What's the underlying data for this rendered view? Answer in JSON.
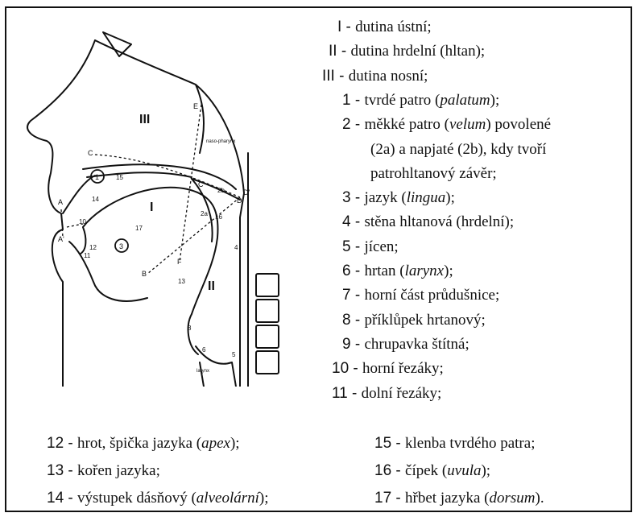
{
  "diagram": {
    "region_labels": [
      "III",
      "I",
      "II"
    ],
    "point_labels": [
      "E",
      "C",
      "C",
      "A",
      "A'",
      "D",
      "D'",
      "F",
      "B"
    ],
    "num_labels": [
      "1",
      "2",
      "3",
      "2a",
      "2b",
      "4",
      "5",
      "6",
      "8",
      "10",
      "11",
      "12",
      "13",
      "14",
      "15",
      "16",
      "17"
    ],
    "nasopharynx_label": "naso-pharynx",
    "larynx_label": "larynx"
  },
  "legend": [
    {
      "n": "I - ",
      "t": "dutina ústní;"
    },
    {
      "n": "II - ",
      "t": "dutina hrdelní (hltan);"
    },
    {
      "n": "III - ",
      "t": "dutina nosní;"
    },
    {
      "n": "1 - ",
      "t": "tvrdé patro (",
      "i": "palatum",
      "a": ");"
    },
    {
      "n": "2 - ",
      "t": "měkké patro (",
      "i": "velum",
      "a": ") povolené"
    },
    {
      "n": "",
      "t": "(2a) a napjaté (2b), kdy tvoří"
    },
    {
      "n": "",
      "t": "patrohltanový závěr;"
    },
    {
      "n": "3 - ",
      "t": "jazyk (",
      "i": "lingua",
      "a": ");"
    },
    {
      "n": "4 - ",
      "t": "stěna hltanová (hrdelní);"
    },
    {
      "n": "5 - ",
      "t": "jícen;"
    },
    {
      "n": "6 - ",
      "t": "hrtan (",
      "i": "larynx",
      "a": ");"
    },
    {
      "n": "7 - ",
      "t": "horní část průdušnice;"
    },
    {
      "n": "8 - ",
      "t": "příklůpek hrtanový;"
    },
    {
      "n": "9 - ",
      "t": "chrupavka štítná;"
    },
    {
      "n": "10 - ",
      "t": "horní řezáky;"
    },
    {
      "n": "11 - ",
      "t": "dolní řezáky;"
    }
  ],
  "bottom_left": [
    {
      "n": "12 - ",
      "t": "hrot, špička jazyka (",
      "i": "apex",
      "a": ");"
    },
    {
      "n": "13 - ",
      "t": "kořen jazyka;"
    },
    {
      "n": "14 - ",
      "t": "výstupek dásňový (",
      "i": "alveolární",
      "a": ");"
    }
  ],
  "bottom_right": [
    {
      "n": "15 - ",
      "t": "klenba tvrdého patra;"
    },
    {
      "n": "16 - ",
      "t": "čípek (",
      "i": "uvula",
      "a": ");"
    },
    {
      "n": "17 - ",
      "t": "hřbet jazyka (",
      "i": "dorsum",
      "a": ")."
    }
  ]
}
